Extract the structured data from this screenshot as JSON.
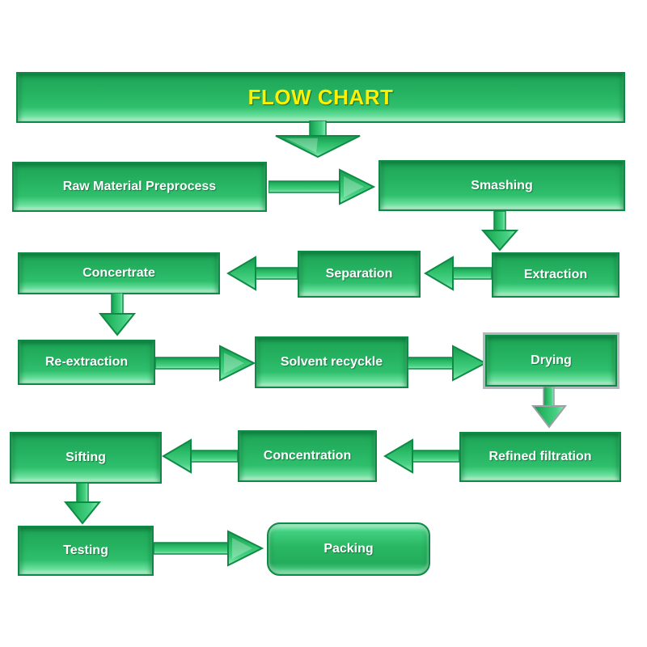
{
  "flowchart": {
    "title": "FLOW CHART",
    "nodes": [
      {
        "label": "Raw Material Preprocess"
      },
      {
        "label": "Smashing"
      },
      {
        "label": "Concertrate"
      },
      {
        "label": "Separation"
      },
      {
        "label": "Extraction"
      },
      {
        "label": "Re-extraction"
      },
      {
        "label": "Solvent recyckle"
      },
      {
        "label": "Drying"
      },
      {
        "label": "Sifting"
      },
      {
        "label": "Concentration"
      },
      {
        "label": "Refined filtration"
      },
      {
        "label": "Testing"
      },
      {
        "label": "Packing"
      }
    ],
    "flow_sequence": [
      "Raw Material Preprocess",
      "Smashing",
      "Extraction",
      "Separation",
      "Concertrate",
      "Re-extraction",
      "Solvent recyckle",
      "Drying",
      "Refined filtration",
      "Concentration",
      "Sifting",
      "Testing",
      "Packing"
    ],
    "edges": [
      {
        "from": "Raw Material Preprocess",
        "to": "Smashing",
        "direction": "right"
      },
      {
        "from": "Smashing",
        "to": "Extraction",
        "direction": "down"
      },
      {
        "from": "Extraction",
        "to": "Separation",
        "direction": "left"
      },
      {
        "from": "Separation",
        "to": "Concertrate",
        "direction": "left"
      },
      {
        "from": "Concertrate",
        "to": "Re-extraction",
        "direction": "down"
      },
      {
        "from": "Re-extraction",
        "to": "Solvent recyckle",
        "direction": "right"
      },
      {
        "from": "Solvent recyckle",
        "to": "Drying",
        "direction": "right"
      },
      {
        "from": "Drying",
        "to": "Refined filtration",
        "direction": "down"
      },
      {
        "from": "Refined filtration",
        "to": "Concentration",
        "direction": "left"
      },
      {
        "from": "Concentration",
        "to": "Sifting",
        "direction": "left"
      },
      {
        "from": "Sifting",
        "to": "Testing",
        "direction": "down"
      },
      {
        "from": "Testing",
        "to": "Packing",
        "direction": "right"
      }
    ],
    "colors": {
      "box_fill": "#2ab763",
      "box_border": "#0d8a44",
      "bevel_highlight": "#96eebb",
      "title_text": "#ffef00",
      "node_text": "#ffffff",
      "drying_outline": "#b3b8be",
      "arrow_gray_outline": "#9aa0a6",
      "background": "#ffffff"
    }
  }
}
